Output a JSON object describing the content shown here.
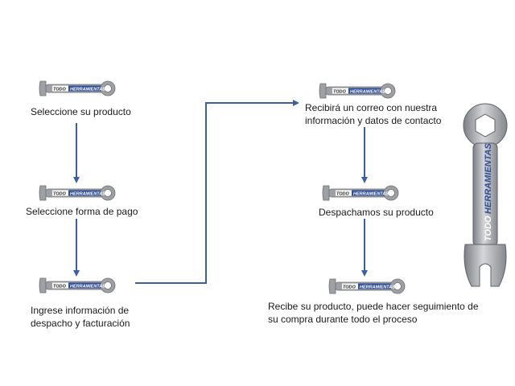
{
  "brand": {
    "logo_text_todo": "TODO",
    "logo_text_herramientas": "HERRAMIENTAS",
    "wrench_color": "#9ea0a4",
    "wrench_dark": "#6c6f74",
    "banner_color": "#2f4f96",
    "connector_color": "#3a5ea8"
  },
  "steps": [
    {
      "id": "step-1",
      "label_lines": [
        "Seleccione su producto"
      ]
    },
    {
      "id": "step-2",
      "label_lines": [
        "Seleccione forma de pago"
      ]
    },
    {
      "id": "step-3",
      "label_lines": [
        "Ingrese información de",
        "despacho y facturación"
      ]
    },
    {
      "id": "step-4",
      "label_lines": [
        "Recibirá un correo con nuestra",
        "información y datos de contacto"
      ]
    },
    {
      "id": "step-5",
      "label_lines": [
        "Despachamos su producto"
      ]
    },
    {
      "id": "step-6",
      "label_lines": [
        "Recibe su producto, puede hacer seguimiento de",
        "su compra durante todo el proceso"
      ]
    }
  ]
}
